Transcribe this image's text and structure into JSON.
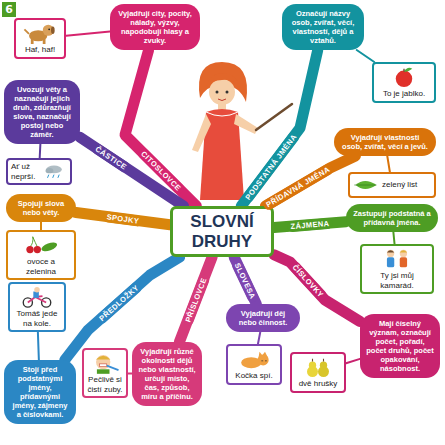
{
  "diagram": {
    "nodes": [
      {
        "text": [
          "SLOVNÍ DRUHY"
        ]
      },
      {
        "text": [
          "Vyjadřují city, pocity, nálady, výzvy, napodobují hlasy a zvuky."
        ]
      },
      {
        "text": [
          "Haf, haf!"
        ]
      },
      {
        "text": [
          "Označují názvy osob, zvířat, věcí, vlastností, dějů a vztahů."
        ]
      },
      {
        "text": [
          "To je jablko."
        ]
      },
      {
        "text": [
          "Vyjadřují vlastnosti osob, zvířat, věcí a jevů."
        ]
      },
      {
        "text": [
          "zelený list"
        ]
      },
      {
        "text": [
          "Zastupují podstatná a přídavná jména."
        ]
      },
      {
        "text": [
          "Ty jsi můj kamarád."
        ]
      },
      {
        "text": [
          "Mají číselný význam, označují počet, pořadí, počet druhů, počet opakování, násobnost."
        ]
      },
      {
        "text": [
          "dvě hrušky"
        ]
      },
      {
        "text": [
          "Vyjadřují děj nebo činnost."
        ]
      },
      {
        "text": [
          "Kočka spí."
        ]
      },
      {
        "text": [
          "Vyjadřují různé okolnosti dějů nebo vlastností, určují místo, čas, způsob, míru a příčinu."
        ]
      },
      {
        "text": [
          "Pečlivě si čistí zuby."
        ]
      },
      {
        "text": [
          "Stojí před podstatnými jmény, přídavnými jmény, zájmeny a číslovkami."
        ]
      },
      {
        "text": [
          "Tomáš jede na kole."
        ]
      },
      {
        "text": [
          "Spojují slova nebo věty."
        ]
      },
      {
        "text": [
          "ovoce a zelenina"
        ]
      },
      {
        "text": [
          "Uvozují věty a naznačují jejich druh, zdůrazňují slova, naznačují postoj nebo záměr."
        ]
      },
      {
        "text": [
          "Ať už neprší."
        ]
      }
    ],
    "edges": [
      {
        "from": 0,
        "to": 1,
        "arrow": "none",
        "label": "CITOSLOVCE"
      },
      {
        "from": 1,
        "to": 2,
        "arrow": "none"
      },
      {
        "from": 0,
        "to": 3,
        "arrow": "none",
        "label": "PODSTATNÁ JMÉNA"
      },
      {
        "from": 3,
        "to": 4,
        "arrow": "none"
      },
      {
        "from": 0,
        "to": 5,
        "arrow": "none",
        "label": "PŘÍDAVNÁ JMÉNA"
      },
      {
        "from": 5,
        "to": 6,
        "arrow": "none"
      },
      {
        "from": 0,
        "to": 7,
        "arrow": "none",
        "label": "ZÁJMENA"
      },
      {
        "from": 7,
        "to": 8,
        "arrow": "none"
      },
      {
        "from": 0,
        "to": 9,
        "arrow": "none",
        "label": "ČÍSLOVKY"
      },
      {
        "from": 9,
        "to": 10,
        "arrow": "none"
      },
      {
        "from": 0,
        "to": 11,
        "arrow": "none",
        "label": "SLOVESA"
      },
      {
        "from": 11,
        "to": 12,
        "arrow": "none"
      },
      {
        "from": 0,
        "to": 13,
        "arrow": "none",
        "label": "PŘÍSLOVCE"
      },
      {
        "from": 13,
        "to": 14,
        "arrow": "none"
      },
      {
        "from": 0,
        "to": 15,
        "arrow": "none",
        "label": "PŘEDLOŽKY"
      },
      {
        "from": 15,
        "to": 16,
        "arrow": "none"
      },
      {
        "from": 0,
        "to": 17,
        "arrow": "none",
        "label": "SPOJKY"
      },
      {
        "from": 17,
        "to": 18,
        "arrow": "none"
      },
      {
        "from": 0,
        "to": 19,
        "arrow": "none",
        "label": "ČÁSTICE"
      },
      {
        "from": 19,
        "to": 20,
        "arrow": "none"
      }
    ],
    "labels": [
      "6"
    ]
  }
}
